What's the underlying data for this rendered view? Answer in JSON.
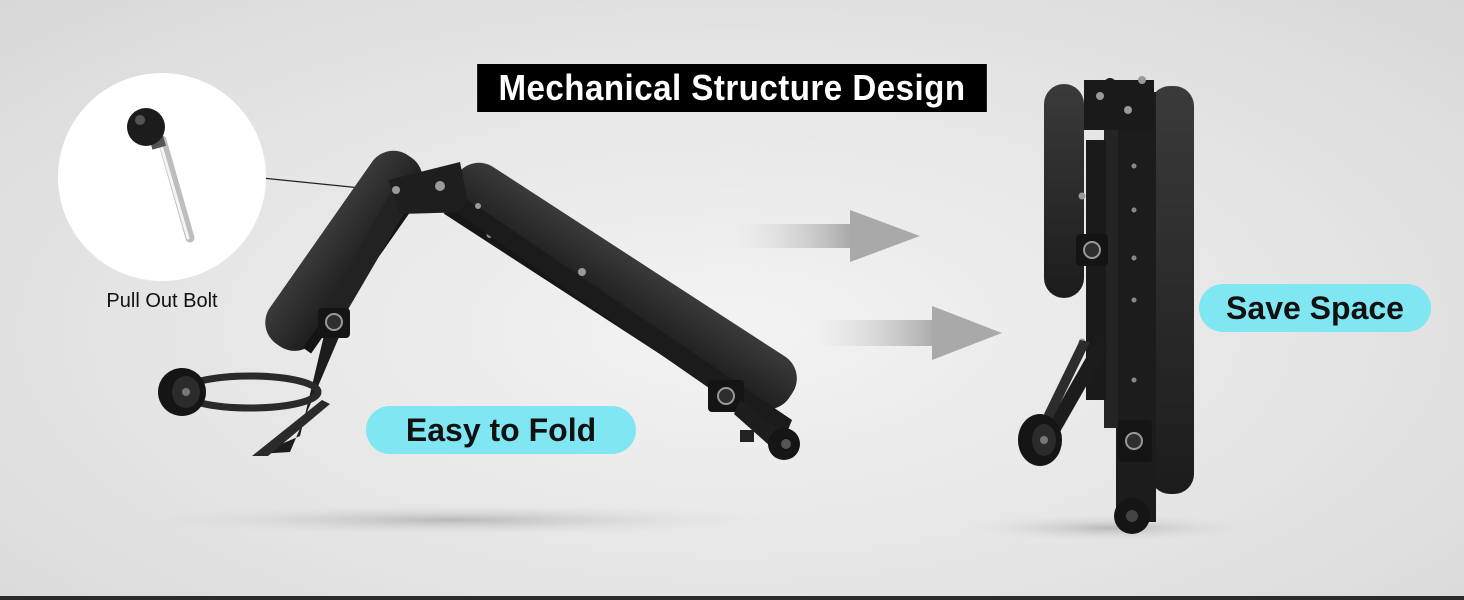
{
  "title": "Mechanical Structure Design",
  "callout_bolt": "Pull Out Bolt",
  "label_fold": "Easy to Fold",
  "label_save": "Save Space",
  "colors": {
    "label_bg": "#7fe6f2",
    "banner_bg": "#000000",
    "bench_body": "#2a2a2a",
    "arrow": "#a9a9a9"
  }
}
